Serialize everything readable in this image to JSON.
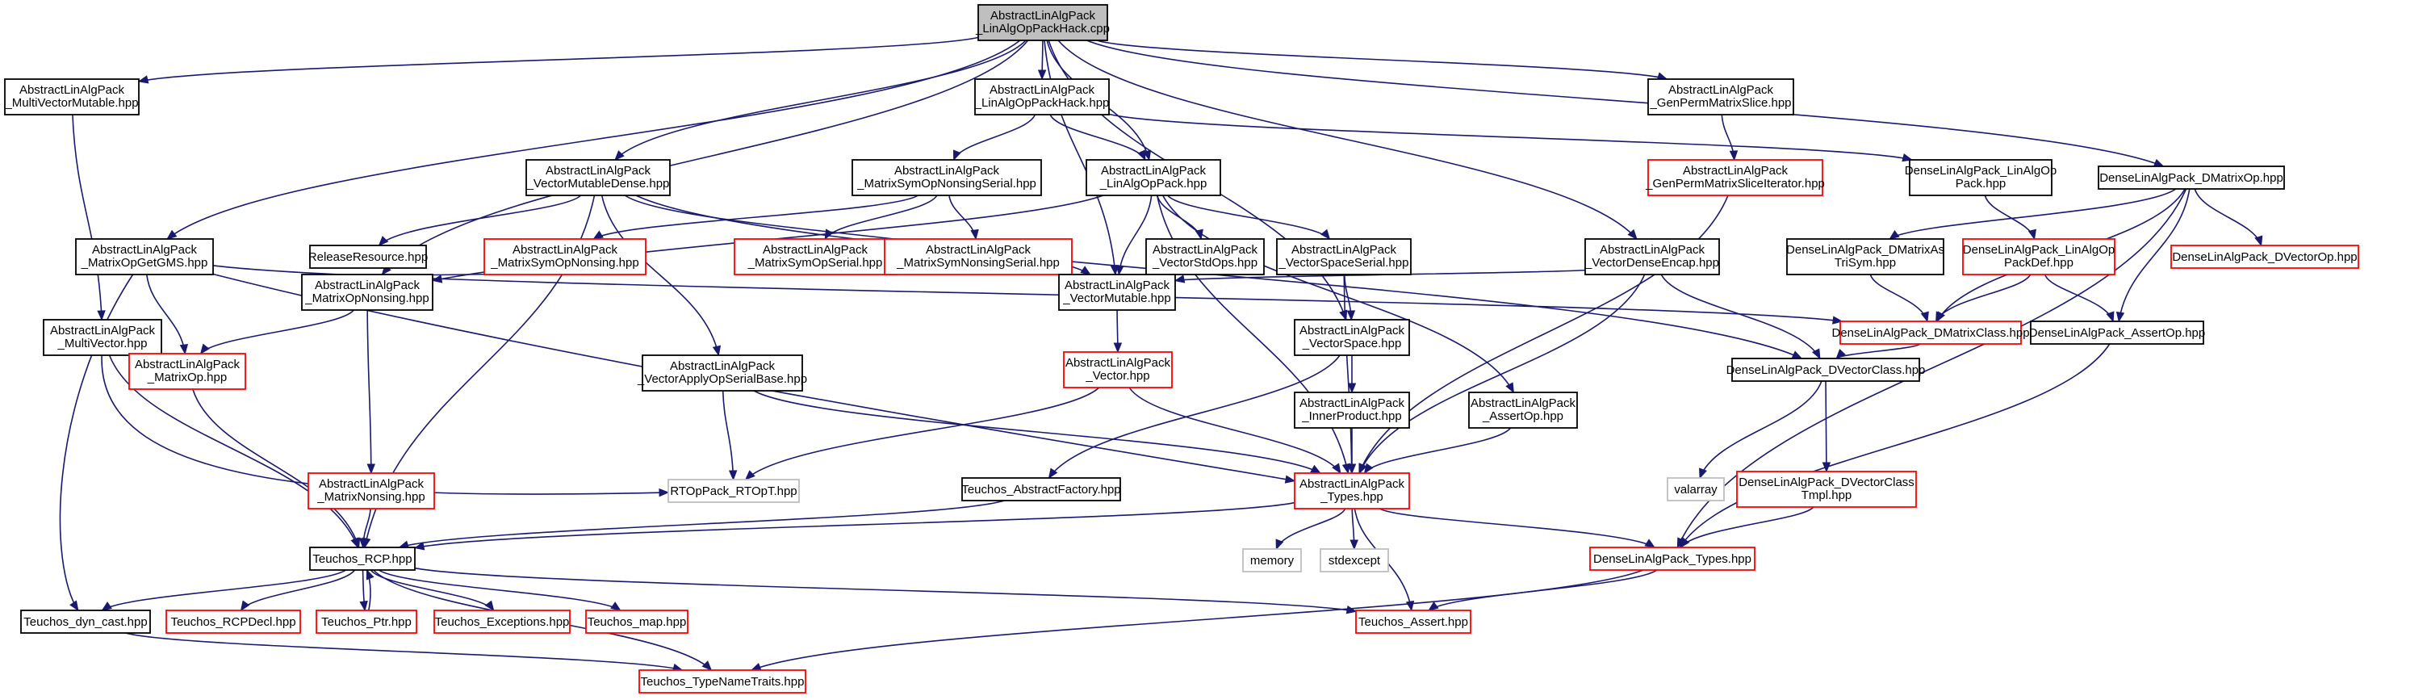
{
  "graph": {
    "title": "AbstractLinAlgPack_LinAlgOpPackHack.cpp include dependency graph",
    "nodes": [
      {
        "id": "root",
        "lines": [
          "AbstractLinAlgPack",
          "_LinAlgOpPackHack.cpp"
        ],
        "style": "root"
      },
      {
        "id": "multivecmut",
        "lines": [
          "AbstractLinAlgPack",
          "_MultiVectorMutable.hpp"
        ],
        "style": "black"
      },
      {
        "id": "linalgoppackhack",
        "lines": [
          "AbstractLinAlgPack",
          "_LinAlgOpPackHack.hpp"
        ],
        "style": "black"
      },
      {
        "id": "genpermslice",
        "lines": [
          "AbstractLinAlgPack",
          "_GenPermMatrixSlice.hpp"
        ],
        "style": "black"
      },
      {
        "id": "genpermiter",
        "lines": [
          "AbstractLinAlgPack",
          "_GenPermMatrixSliceIterator.hpp"
        ],
        "style": "red"
      },
      {
        "id": "vecmutdense",
        "lines": [
          "AbstractLinAlgPack",
          "_VectorMutableDense.hpp"
        ],
        "style": "black"
      },
      {
        "id": "matsymopnonsingserial",
        "lines": [
          "AbstractLinAlgPack",
          "_MatrixSymOpNonsingSerial.hpp"
        ],
        "style": "black"
      },
      {
        "id": "linalgoppack",
        "lines": [
          "AbstractLinAlgPack",
          "_LinAlgOpPack.hpp"
        ],
        "style": "black"
      },
      {
        "id": "denselinalgop",
        "lines": [
          "DenseLinAlgPack_LinAlgOp",
          "Pack.hpp"
        ],
        "style": "black"
      },
      {
        "id": "densedmatrixop",
        "lines": [
          "DenseLinAlgPack_DMatrixOp.hpp"
        ],
        "style": "black"
      },
      {
        "id": "matopgetgms",
        "lines": [
          "AbstractLinAlgPack",
          "_MatrixOpGetGMS.hpp"
        ],
        "style": "black"
      },
      {
        "id": "releaseresource",
        "lines": [
          "ReleaseResource.hpp"
        ],
        "style": "black"
      },
      {
        "id": "matsymopnonsing",
        "lines": [
          "AbstractLinAlgPack",
          "_MatrixSymOpNonsing.hpp"
        ],
        "style": "red"
      },
      {
        "id": "matsymopserial",
        "lines": [
          "AbstractLinAlgPack",
          "_MatrixSymOpSerial.hpp"
        ],
        "style": "red"
      },
      {
        "id": "matsymnonsingserial",
        "lines": [
          "AbstractLinAlgPack",
          "_MatrixSymNonsingSerial.hpp"
        ],
        "style": "red"
      },
      {
        "id": "vecstdops",
        "lines": [
          "AbstractLinAlgPack",
          "_VectorStdOps.hpp"
        ],
        "style": "black"
      },
      {
        "id": "vecspaceserial",
        "lines": [
          "AbstractLinAlgPack",
          "_VectorSpaceSerial.hpp"
        ],
        "style": "black"
      },
      {
        "id": "vecdenseencap",
        "lines": [
          "AbstractLinAlgPack",
          "_VectorDenseEncap.hpp"
        ],
        "style": "black"
      },
      {
        "id": "densedmatrixastrisym",
        "lines": [
          "DenseLinAlgPack_DMatrixAs",
          "TriSym.hpp"
        ],
        "style": "black"
      },
      {
        "id": "denselinalgopdef",
        "lines": [
          "DenseLinAlgPack_LinAlgOp",
          "PackDef.hpp"
        ],
        "style": "red"
      },
      {
        "id": "densedvectorop",
        "lines": [
          "DenseLinAlgPack_DVectorOp.hpp"
        ],
        "style": "red"
      },
      {
        "id": "multivector",
        "lines": [
          "AbstractLinAlgPack",
          "_MultiVector.hpp"
        ],
        "style": "black"
      },
      {
        "id": "matopnonsing",
        "lines": [
          "AbstractLinAlgPack",
          "_MatrixOpNonsing.hpp"
        ],
        "style": "black"
      },
      {
        "id": "vecmutable",
        "lines": [
          "AbstractLinAlgPack",
          "_VectorMutable.hpp"
        ],
        "style": "black"
      },
      {
        "id": "vecspace",
        "lines": [
          "AbstractLinAlgPack",
          "_VectorSpace.hpp"
        ],
        "style": "black"
      },
      {
        "id": "densedmatrixclass",
        "lines": [
          "DenseLinAlgPack_DMatrixClass.hpp"
        ],
        "style": "red"
      },
      {
        "id": "denseassertop",
        "lines": [
          "DenseLinAlgPack_AssertOp.hpp"
        ],
        "style": "black"
      },
      {
        "id": "matrixop",
        "lines": [
          "AbstractLinAlgPack",
          "_MatrixOp.hpp"
        ],
        "style": "red"
      },
      {
        "id": "vector",
        "lines": [
          "AbstractLinAlgPack",
          "_Vector.hpp"
        ],
        "style": "red"
      },
      {
        "id": "vecapplyop",
        "lines": [
          "AbstractLinAlgPack",
          "_VectorApplyOpSerialBase.hpp"
        ],
        "style": "black"
      },
      {
        "id": "innerproduct",
        "lines": [
          "AbstractLinAlgPack",
          "_InnerProduct.hpp"
        ],
        "style": "black"
      },
      {
        "id": "assertop",
        "lines": [
          "AbstractLinAlgPack",
          "_AssertOp.hpp"
        ],
        "style": "black"
      },
      {
        "id": "densedvectorclass",
        "lines": [
          "DenseLinAlgPack_DVectorClass.hpp"
        ],
        "style": "black"
      },
      {
        "id": "matnonsing",
        "lines": [
          "AbstractLinAlgPack",
          "_MatrixNonsing.hpp"
        ],
        "style": "red"
      },
      {
        "id": "rtop",
        "lines": [
          "RTOpPack_RTOpT.hpp"
        ],
        "style": "grey"
      },
      {
        "id": "abstractfactory",
        "lines": [
          "Teuchos_AbstractFactory.hpp"
        ],
        "style": "black"
      },
      {
        "id": "types",
        "lines": [
          "AbstractLinAlgPack",
          "_Types.hpp"
        ],
        "style": "red"
      },
      {
        "id": "valarray",
        "lines": [
          "valarray"
        ],
        "style": "grey"
      },
      {
        "id": "densedvectorclasstmpl",
        "lines": [
          "DenseLinAlgPack_DVectorClass",
          "Tmpl.hpp"
        ],
        "style": "red"
      },
      {
        "id": "rcp",
        "lines": [
          "Teuchos_RCP.hpp"
        ],
        "style": "black"
      },
      {
        "id": "memory",
        "lines": [
          "memory"
        ],
        "style": "grey"
      },
      {
        "id": "stdexcept",
        "lines": [
          "stdexcept"
        ],
        "style": "grey"
      },
      {
        "id": "densetypes",
        "lines": [
          "DenseLinAlgPack_Types.hpp"
        ],
        "style": "red"
      },
      {
        "id": "dyncast",
        "lines": [
          "Teuchos_dyn_cast.hpp"
        ],
        "style": "black"
      },
      {
        "id": "rcpdecl",
        "lines": [
          "Teuchos_RCPDecl.hpp"
        ],
        "style": "red"
      },
      {
        "id": "ptr",
        "lines": [
          "Teuchos_Ptr.hpp"
        ],
        "style": "red"
      },
      {
        "id": "exceptions",
        "lines": [
          "Teuchos_Exceptions.hpp"
        ],
        "style": "red"
      },
      {
        "id": "map",
        "lines": [
          "Teuchos_map.hpp"
        ],
        "style": "red"
      },
      {
        "id": "assert",
        "lines": [
          "Teuchos_Assert.hpp"
        ],
        "style": "red"
      },
      {
        "id": "typenametraits",
        "lines": [
          "Teuchos_TypeNameTraits.hpp"
        ],
        "style": "red"
      }
    ],
    "edges": [
      [
        "root",
        "multivecmut"
      ],
      [
        "root",
        "linalgoppackhack"
      ],
      [
        "root",
        "genpermslice"
      ],
      [
        "root",
        "vecmutdense"
      ],
      [
        "root",
        "linalgoppack"
      ],
      [
        "root",
        "densedmatrixop"
      ],
      [
        "root",
        "matopgetgms"
      ],
      [
        "root",
        "matopnonsing"
      ],
      [
        "root",
        "vecmutable"
      ],
      [
        "root",
        "vecspace"
      ],
      [
        "root",
        "vecdenseencap"
      ],
      [
        "multivecmut",
        "multivector"
      ],
      [
        "linalgoppackhack",
        "matsymopnonsingserial"
      ],
      [
        "linalgoppackhack",
        "linalgoppack"
      ],
      [
        "linalgoppackhack",
        "denselinalgop"
      ],
      [
        "genpermslice",
        "genpermiter"
      ],
      [
        "genpermiter",
        "types"
      ],
      [
        "vecmutdense",
        "releaseresource"
      ],
      [
        "vecmutdense",
        "vecmutable"
      ],
      [
        "vecmutdense",
        "vecapplyop"
      ],
      [
        "vecmutdense",
        "rcp"
      ],
      [
        "vecmutdense",
        "densedvectorclass"
      ],
      [
        "matsymopnonsingserial",
        "matsymopnonsing"
      ],
      [
        "matsymopnonsingserial",
        "matsymopserial"
      ],
      [
        "matsymopnonsingserial",
        "matsymnonsingserial"
      ],
      [
        "linalgoppack",
        "vecstdops"
      ],
      [
        "linalgoppack",
        "vecspaceserial"
      ],
      [
        "linalgoppack",
        "vecmutable"
      ],
      [
        "linalgoppack",
        "matopnonsing"
      ],
      [
        "linalgoppack",
        "assertop"
      ],
      [
        "linalgoppack",
        "types"
      ],
      [
        "denselinalgop",
        "denselinalgopdef"
      ],
      [
        "densedmatrixop",
        "densedmatrixastrisym"
      ],
      [
        "densedmatrixop",
        "densedvectorop"
      ],
      [
        "densedmatrixop",
        "densedmatrixclass"
      ],
      [
        "densedmatrixop",
        "denseassertop"
      ],
      [
        "densedmatrixop",
        "densetypes"
      ],
      [
        "matopgetgms",
        "matrixop"
      ],
      [
        "matopgetgms",
        "dyncast"
      ],
      [
        "matopgetgms",
        "densedmatrixclass"
      ],
      [
        "matopgetgms",
        "types"
      ],
      [
        "matsymopnonsing",
        "matopnonsing"
      ],
      [
        "vecstdops",
        "vecmutable"
      ],
      [
        "vecspaceserial",
        "vecspace"
      ],
      [
        "vecspaceserial",
        "types"
      ],
      [
        "vecdenseencap",
        "vecmutable"
      ],
      [
        "vecdenseencap",
        "densedvectorclass"
      ],
      [
        "vecdenseencap",
        "types"
      ],
      [
        "densedmatrixastrisym",
        "densedmatrixclass"
      ],
      [
        "denselinalgopdef",
        "densedmatrixclass"
      ],
      [
        "denselinalgopdef",
        "denseassertop"
      ],
      [
        "multivector",
        "matrixop"
      ],
      [
        "multivector",
        "rtop"
      ],
      [
        "multivector",
        "rcp"
      ],
      [
        "matopnonsing",
        "matrixop"
      ],
      [
        "matopnonsing",
        "matnonsing"
      ],
      [
        "vecmutable",
        "vector"
      ],
      [
        "vecspace",
        "innerproduct"
      ],
      [
        "vecspace",
        "abstractfactory"
      ],
      [
        "densedmatrixclass",
        "densedvectorclass"
      ],
      [
        "denseassertop",
        "densetypes"
      ],
      [
        "matrixop",
        "rcp"
      ],
      [
        "vector",
        "rtop"
      ],
      [
        "vector",
        "types"
      ],
      [
        "vecapplyop",
        "rtop"
      ],
      [
        "vecapplyop",
        "types"
      ],
      [
        "innerproduct",
        "types"
      ],
      [
        "assertop",
        "types"
      ],
      [
        "densedvectorclass",
        "valarray"
      ],
      [
        "densedvectorclass",
        "densedvectorclasstmpl"
      ],
      [
        "matnonsing",
        "rcp"
      ],
      [
        "abstractfactory",
        "rcp"
      ],
      [
        "types",
        "rcp"
      ],
      [
        "types",
        "memory"
      ],
      [
        "types",
        "stdexcept"
      ],
      [
        "types",
        "assert"
      ],
      [
        "types",
        "densetypes"
      ],
      [
        "densedvectorclasstmpl",
        "densetypes"
      ],
      [
        "rcp",
        "dyncast"
      ],
      [
        "rcp",
        "rcpdecl"
      ],
      [
        "rcp",
        "ptr"
      ],
      [
        "rcp",
        "exceptions"
      ],
      [
        "rcp",
        "map"
      ],
      [
        "rcp",
        "assert"
      ],
      [
        "rcp",
        "typenametraits"
      ],
      [
        "ptr",
        "rcp"
      ],
      [
        "densetypes",
        "assert"
      ],
      [
        "densetypes",
        "typenametraits"
      ],
      [
        "dyncast",
        "typenametraits"
      ]
    ]
  }
}
